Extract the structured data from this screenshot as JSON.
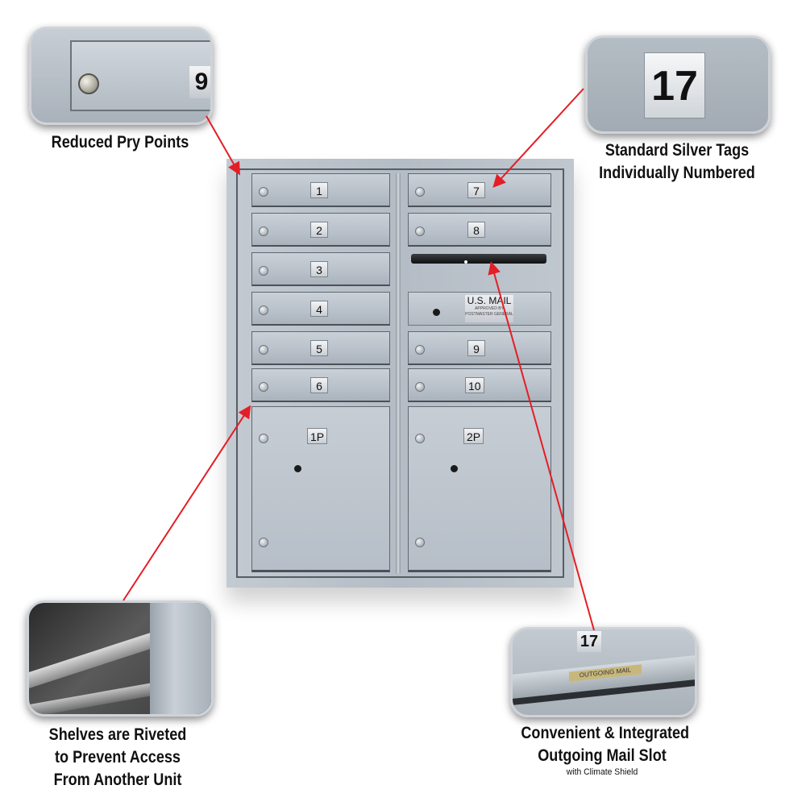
{
  "callouts": {
    "pry_points": {
      "caption": "Reduced Pry Points",
      "tag": "9"
    },
    "silver_tags": {
      "caption_line1": "Standard Silver Tags",
      "caption_line2": "Individually Numbered",
      "tag": "17"
    },
    "shelves": {
      "caption_line1": "Shelves are Riveted",
      "caption_line2": "to Prevent Access",
      "caption_line3": "From Another Unit"
    },
    "outgoing_slot": {
      "caption_line1": "Convenient & Integrated",
      "caption_line2": "Outgoing Mail Slot",
      "caption_sub": "with Climate Shield",
      "tag": "17",
      "slot_label": "OUTGOING MAIL"
    }
  },
  "mailbox": {
    "left_doors": [
      "1",
      "2",
      "3",
      "4",
      "5",
      "6"
    ],
    "right_doors_top": [
      "7",
      "8"
    ],
    "right_doors_bottom": [
      "9",
      "10"
    ],
    "parcels": [
      "1P",
      "2P"
    ],
    "us_mail_label": "U.S. MAIL",
    "us_mail_fine_print_1": "APPROVED BY",
    "us_mail_fine_print_2": "POSTMASTER GENERAL"
  },
  "colors": {
    "arrow": "#e41e26",
    "unit_silver": "#b8c0c9",
    "callout_border": "#cfd3d8"
  }
}
